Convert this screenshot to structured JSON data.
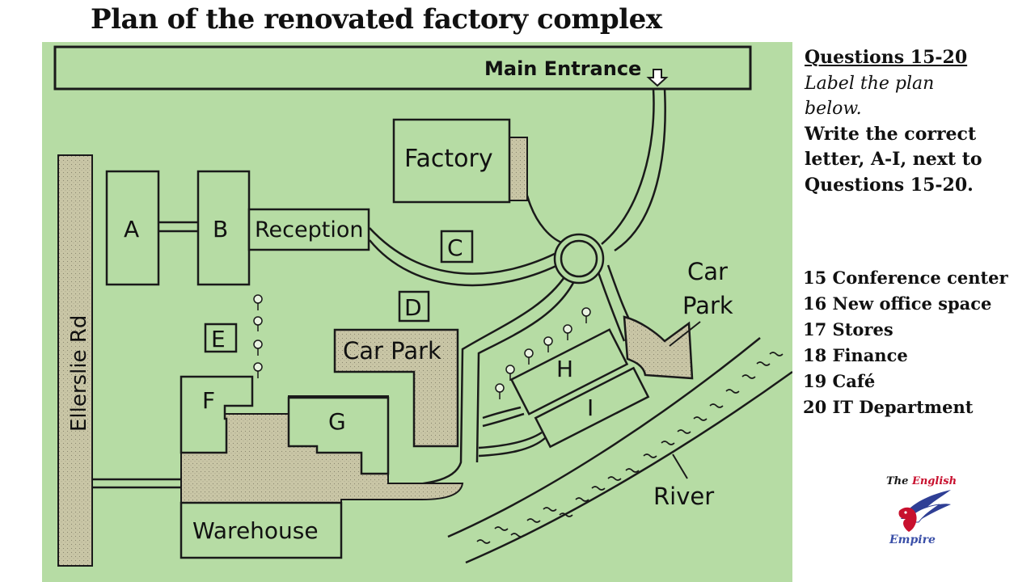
{
  "title": "Plan of the renovated factory complex",
  "map": {
    "main_entrance": "Main Entrance",
    "factory": "Factory",
    "reception": "Reception",
    "car_park_center": "Car Park",
    "car_park_right_1": "Car",
    "car_park_right_2": "Park",
    "warehouse": "Warehouse",
    "road": "Ellerslie Rd",
    "river": "River",
    "letters": {
      "A": "A",
      "B": "B",
      "C": "C",
      "D": "D",
      "E": "E",
      "F": "F",
      "G": "G",
      "H": "H",
      "I": "I"
    }
  },
  "instructions": {
    "heading": "Questions 15-20",
    "line1": "Label the plan",
    "line2": "below.",
    "line3": "Write the correct",
    "line4": "letter, A-I, next to",
    "line5": "Questions 15-20."
  },
  "questions": [
    "15 Conference center",
    "16 New office space",
    "17 Stores",
    "18 Finance",
    "19 Café",
    "20 IT Department"
  ],
  "logo": {
    "top_a": "The",
    "top_b": "English",
    "bottom": "Empire"
  },
  "colors": {
    "map_bg": "#b6dca4",
    "building": "#c8c8a8",
    "outline": "#1a1a1a"
  }
}
